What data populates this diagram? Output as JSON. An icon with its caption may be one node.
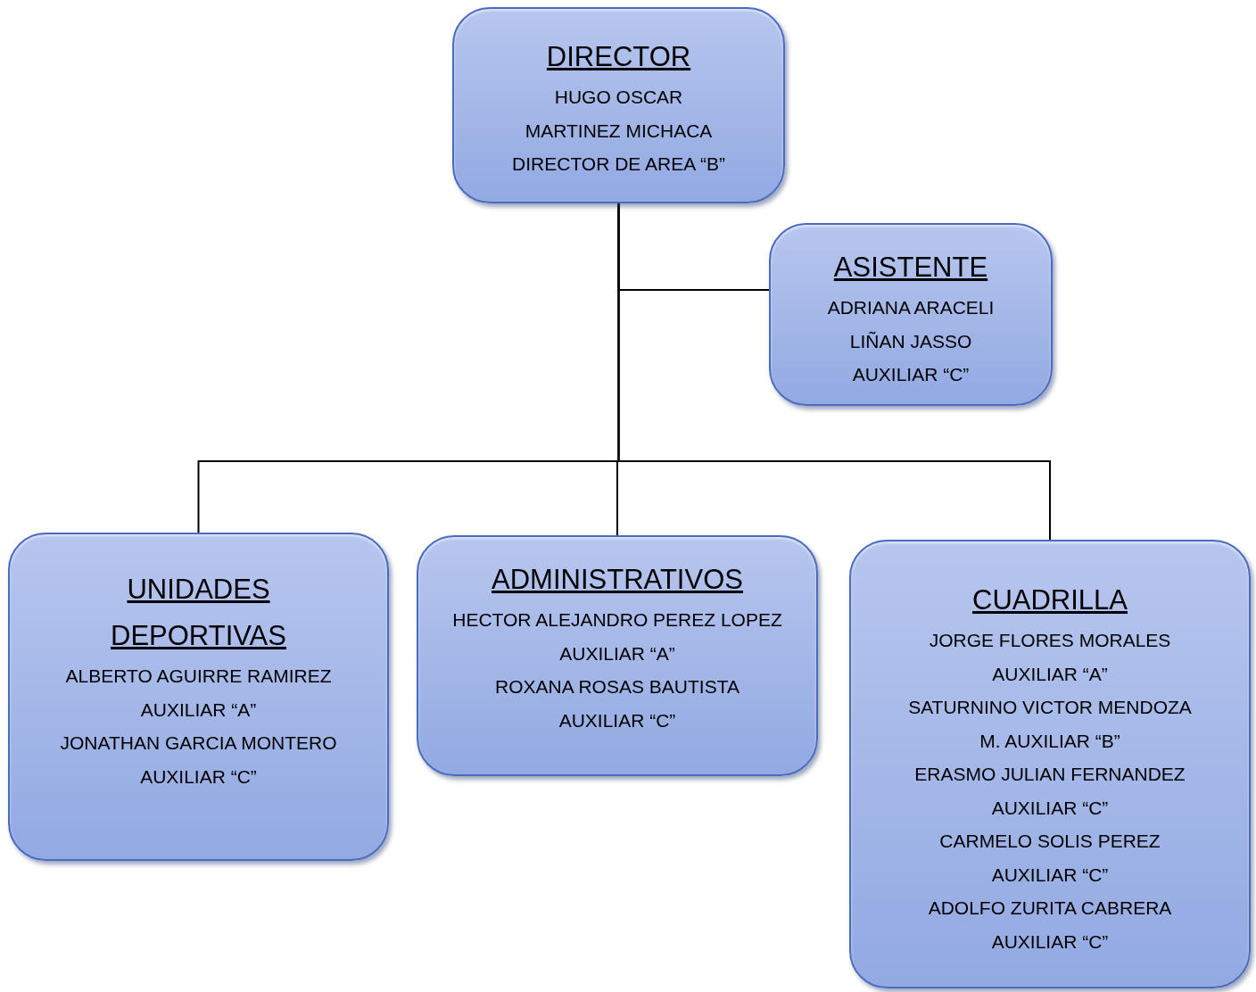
{
  "diagram": {
    "nodes": [
      {
        "text": [
          "DIRECTOR",
          "HUGO OSCAR",
          "MARTINEZ MICHACA",
          "DIRECTOR DE AREA “B”"
        ]
      },
      {
        "text": [
          "ASISTENTE",
          "ADRIANA ARACELI",
          "LIÑAN JASSO",
          "AUXILIAR “C”"
        ]
      },
      {
        "text": [
          "UNIDADES DEPORTIVAS",
          "ALBERTO AGUIRRE RAMIREZ",
          "AUXILIAR “A”",
          "JONATHAN GARCIA MONTERO",
          "AUXILIAR “C”"
        ]
      },
      {
        "text": [
          "ADMINISTRATIVOS",
          "HECTOR ALEJANDRO PEREZ LOPEZ",
          "AUXILIAR “A”",
          "ROXANA ROSAS BAUTISTA",
          "AUXILIAR “C”"
        ]
      },
      {
        "text": [
          "CUADRILLA",
          "JORGE FLORES MORALES",
          "AUXILIAR “A”",
          "SATURNINO VICTOR MENDOZA",
          "M. AUXILIAR “B”",
          "ERASMO JULIAN FERNANDEZ",
          "AUXILIAR “C”",
          "CARMELO SOLIS PEREZ",
          "AUXILIAR “C”",
          "ADOLFO ZURITA CABRERA",
          "AUXILIAR “C”"
        ]
      }
    ],
    "edges": [
      {
        "from": 0,
        "to": 1,
        "arrow": "none"
      },
      {
        "from": 0,
        "to": 2,
        "arrow": "none"
      },
      {
        "from": 0,
        "to": 3,
        "arrow": "none"
      },
      {
        "from": 0,
        "to": 4,
        "arrow": "none"
      }
    ]
  }
}
